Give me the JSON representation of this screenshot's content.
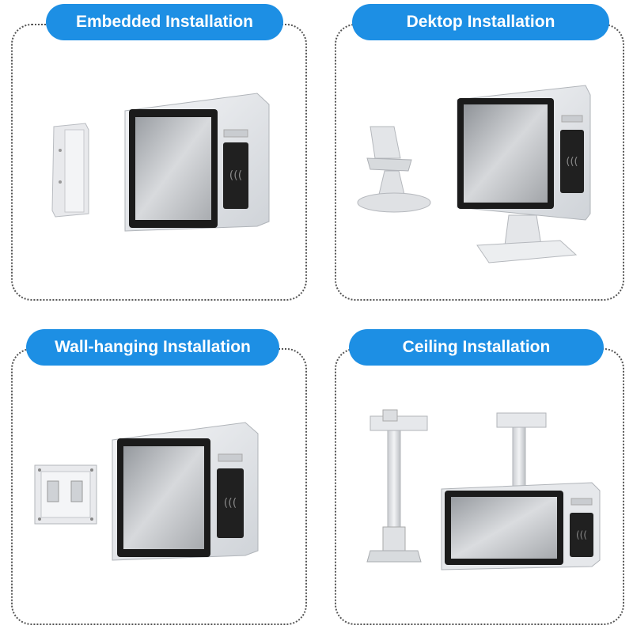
{
  "panels": [
    {
      "title": "Embedded Installation",
      "mount": "embedded-bracket"
    },
    {
      "title": "Dektop Installation",
      "mount": "desktop-stand"
    },
    {
      "title": "Wall-hanging Installation",
      "mount": "vesa-wall-plate"
    },
    {
      "title": "Ceiling Installation",
      "mount": "ceiling-pole"
    }
  ],
  "colors": {
    "badge": "#1d8fe4",
    "badge_text": "#ffffff",
    "border": "#555555",
    "device_body": "#e4e6ea",
    "screen_bezel": "#1b1b1b",
    "nfc_pad": "#202020"
  }
}
